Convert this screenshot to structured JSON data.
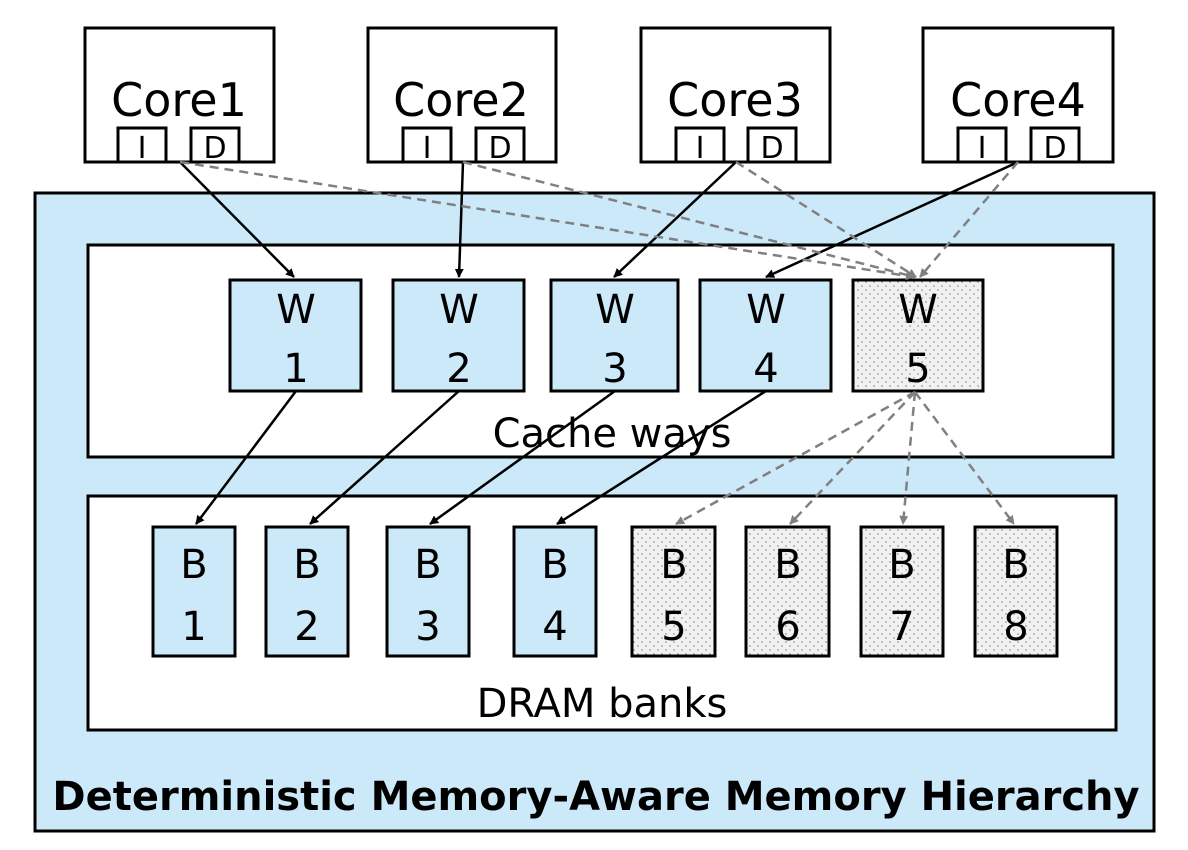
{
  "colors": {
    "panel_fill": "#cce9f9",
    "dotted_fill": "#f1f1f1",
    "solid_arrow": "#000000",
    "dashed_arrow": "#808080"
  },
  "cores": [
    {
      "label": "Core1",
      "i_label": "I",
      "d_label": "D"
    },
    {
      "label": "Core2",
      "i_label": "I",
      "d_label": "D"
    },
    {
      "label": "Core3",
      "i_label": "I",
      "d_label": "D"
    },
    {
      "label": "Core4",
      "i_label": "I",
      "d_label": "D"
    }
  ],
  "cache_ways": {
    "label": "Cache ways",
    "ways": [
      {
        "top": "W",
        "num": "1",
        "shared": false
      },
      {
        "top": "W",
        "num": "2",
        "shared": false
      },
      {
        "top": "W",
        "num": "3",
        "shared": false
      },
      {
        "top": "W",
        "num": "4",
        "shared": false
      },
      {
        "top": "W",
        "num": "5",
        "shared": true
      }
    ]
  },
  "dram_banks": {
    "label": "DRAM banks",
    "banks": [
      {
        "top": "B",
        "num": "1",
        "shared": false
      },
      {
        "top": "B",
        "num": "2",
        "shared": false
      },
      {
        "top": "B",
        "num": "3",
        "shared": false
      },
      {
        "top": "B",
        "num": "4",
        "shared": false
      },
      {
        "top": "B",
        "num": "5",
        "shared": true
      },
      {
        "top": "B",
        "num": "6",
        "shared": true
      },
      {
        "top": "B",
        "num": "7",
        "shared": true
      },
      {
        "top": "B",
        "num": "8",
        "shared": true
      }
    ]
  },
  "hierarchy_title": "Deterministic Memory-Aware Memory Hierarchy"
}
